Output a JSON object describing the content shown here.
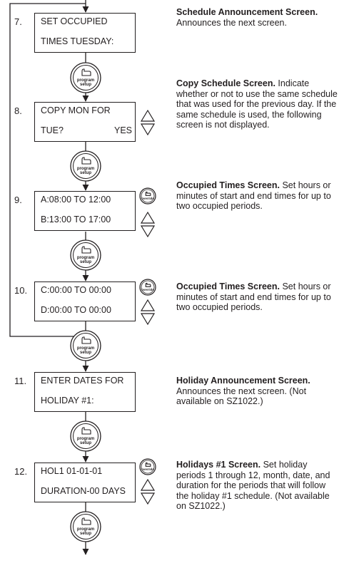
{
  "steps": [
    {
      "number": "7.",
      "line1": "SET OCCUPIED",
      "line2": "TIMES TUESDAY:",
      "option": "",
      "title": "Schedule Announcement Screen.",
      "text": "Announces the next screen."
    },
    {
      "number": "8.",
      "line1": "COPY MON FOR",
      "line2": "TUE?",
      "option": "YES",
      "title": "Copy Schedule Screen.",
      "text": "Indicate whether or not to use the same schedule that was used for the previous day.  If the same schedule is used, the following screen is not displayed."
    },
    {
      "number": "9.",
      "line1": "A:08:00 TO 12:00",
      "line2": "B:13:00 TO 17:00",
      "option": "",
      "title": "Occupied Times Screen.",
      "text": "Set hours or minutes of start and end times for up to two occupied periods."
    },
    {
      "number": "10.",
      "line1": "C:00:00 TO 00:00",
      "line2": "D:00:00 TO 00:00",
      "option": "",
      "title": "Occupied Times Screen.",
      "text": "Set hours or minutes of start and end times for up to two occupied periods."
    },
    {
      "number": "11.",
      "line1": "ENTER DATES FOR",
      "line2": "HOLIDAY #1:",
      "option": "",
      "title": "Holiday Announcement Screen.",
      "text": "Announces the next screen.  (Not available on SZ1022.)"
    },
    {
      "number": "12.",
      "line1": "HOL1 01-01-01",
      "line2": "DURATION-00 DAYS",
      "option": "",
      "title": "Holidays #1  Screen.",
      "text": "Set holiday periods 1 through 12, month, date, and duration for the periods that will follow the holiday #1 schedule.  (Not available on SZ1022.)"
    }
  ],
  "buttons": {
    "program_line1": "program",
    "program_line2": "setup",
    "override": "override"
  }
}
